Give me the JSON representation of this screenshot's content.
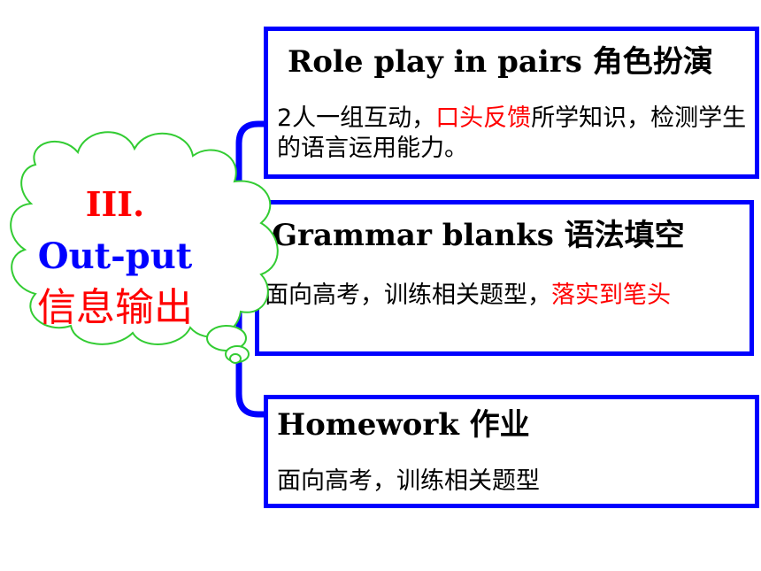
{
  "colors": {
    "border_blue": "#0000ff",
    "highlight_red": "#ff0000",
    "cloud_green": "#33cc33",
    "text_black": "#000000"
  },
  "center": {
    "roman": "III.",
    "english": "Out-put",
    "chinese": "信息输出"
  },
  "boxes": {
    "roleplay": {
      "title": "Role play in pairs  角色扮演",
      "body_pre": "2人一组互动，",
      "body_red": "口头反馈",
      "body_post": "所学知识，检测学生的语言运用能力。"
    },
    "grammar": {
      "title": "Grammar blanks  语法填空",
      "body_pre": "面向高考，训练相关题型，",
      "body_red": "落实到笔头"
    },
    "homework": {
      "title": "Homework  作业",
      "body": "面向高考，训练相关题型"
    }
  }
}
